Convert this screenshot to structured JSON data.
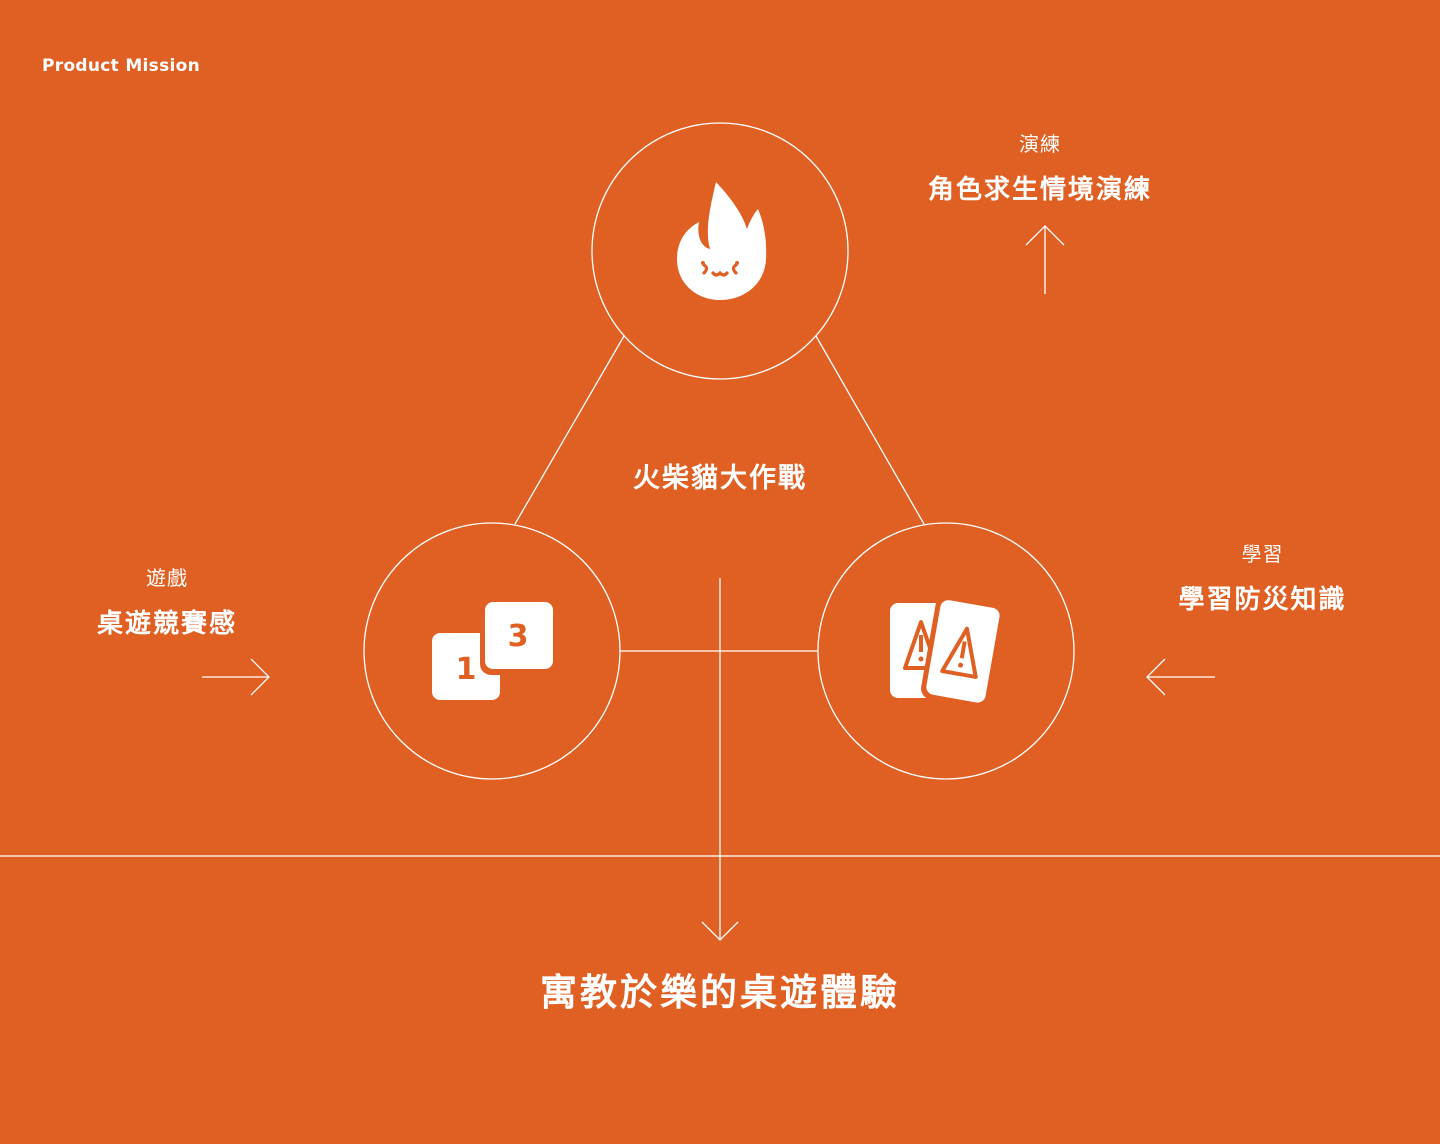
{
  "header": {
    "label": "Product Mission"
  },
  "center": {
    "title": "火柴貓大作戰"
  },
  "practice": {
    "category": "演練",
    "title": "角色求生情境演練"
  },
  "game": {
    "category": "遊戲",
    "title": "桌遊競賽感"
  },
  "learn": {
    "category": "學習",
    "title": "學習防災知識"
  },
  "result": {
    "title": "寓教於樂的桌遊體驗"
  },
  "icons": {
    "top": "flame-mascot-icon",
    "left": "number-cards-icon",
    "right": "warning-cards-icon"
  },
  "cards": {
    "back": "1",
    "front": "3"
  },
  "colors": {
    "background": "#E06024",
    "foreground": "#FFFFFF"
  }
}
